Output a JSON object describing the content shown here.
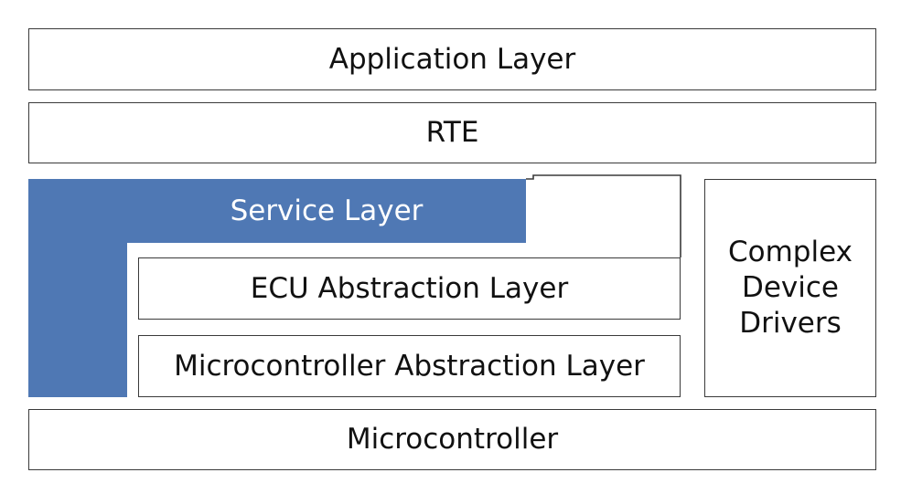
{
  "layers": {
    "application": "Application Layer",
    "rte": "RTE",
    "service": "Service Layer",
    "ecu_abstraction": "ECU Abstraction Layer",
    "microcontroller_abstraction": "Microcontroller Abstraction Layer",
    "complex_device_drivers": [
      "Complex",
      "Device",
      "Drivers"
    ],
    "microcontroller": "Microcontroller"
  },
  "colors": {
    "service_layer": "#4f78b4",
    "border": "#3a3a3a",
    "text": "#111111",
    "service_text": "#ffffff"
  }
}
